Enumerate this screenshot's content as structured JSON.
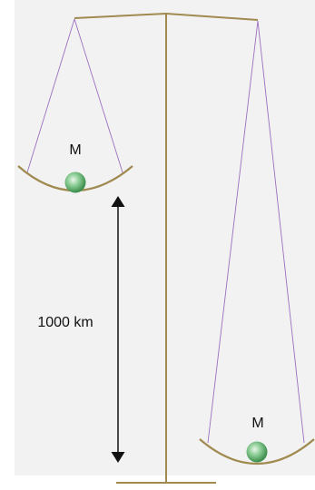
{
  "diagram": {
    "left_pan_label": "M",
    "right_pan_label": "M",
    "distance_label": "1000 km"
  },
  "colors": {
    "background": "#f2f2f2",
    "balance_frame": "#a08a50",
    "suspension_strings": "#9b6fbf",
    "arrow": "#111111",
    "mass_sphere": "#5aab6a"
  }
}
